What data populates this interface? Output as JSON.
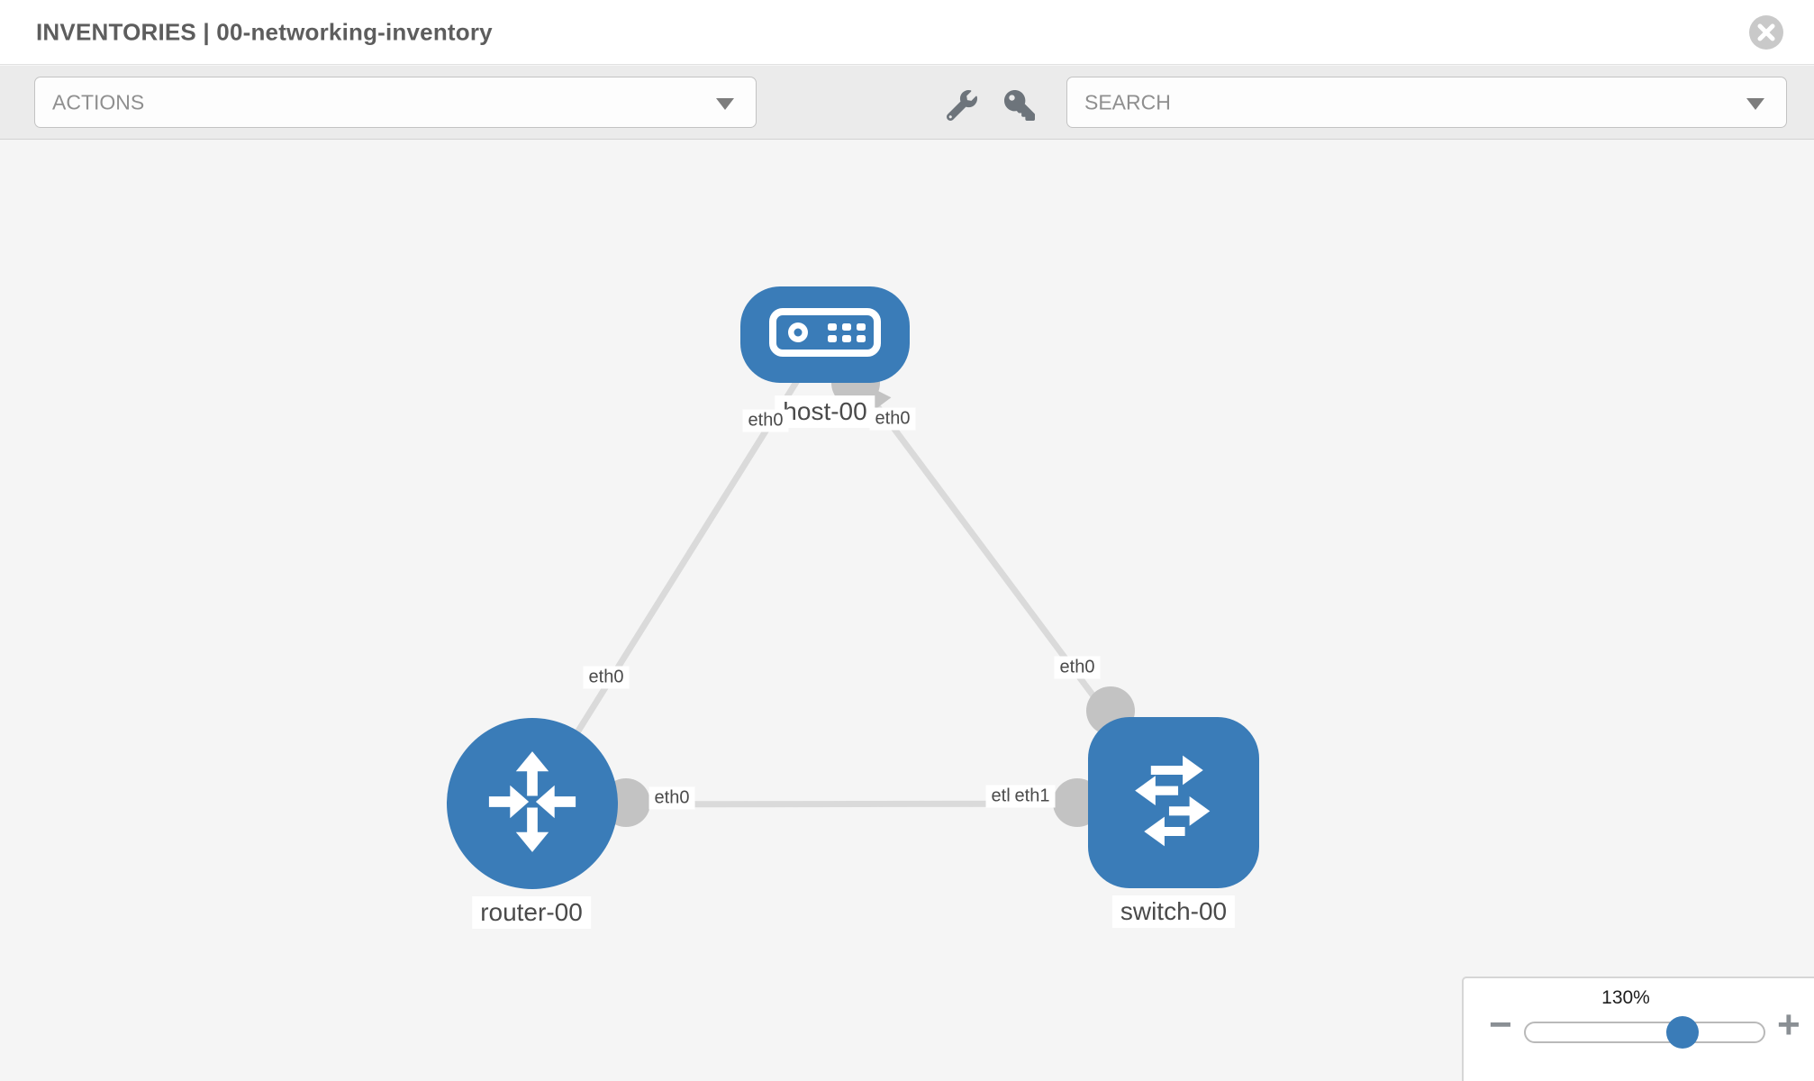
{
  "header": {
    "title": "INVENTORIES | 00-networking-inventory"
  },
  "toolbar": {
    "actions_dropdown": {
      "value": "ACTIONS"
    },
    "search_dropdown": {
      "value": "SEARCH"
    },
    "icons": [
      "wrench-icon",
      "key-icon"
    ]
  },
  "canvas": {
    "nodes": [
      {
        "id": "host-00",
        "label": "host-00",
        "type": "host",
        "icon": "server-icon",
        "shape": "rounded-rect"
      },
      {
        "id": "router-00",
        "label": "router-00",
        "type": "router",
        "icon": "router-arrows-icon",
        "shape": "circle"
      },
      {
        "id": "switch-00",
        "label": "switch-00",
        "type": "switch",
        "icon": "switch-arrows-icon",
        "shape": "rounded-square"
      }
    ],
    "links": [
      {
        "from": "router-00",
        "to": "host-00"
      },
      {
        "from": "host-00",
        "to": "switch-00"
      },
      {
        "from": "router-00",
        "to": "switch-00"
      }
    ],
    "interface_labels": [
      {
        "text": "eth0",
        "at": "host-bottom-left"
      },
      {
        "text": "eth0",
        "at": "host-bottom-right"
      },
      {
        "text": "eth0",
        "at": "router-host-link"
      },
      {
        "text": "eth0",
        "at": "router-right"
      },
      {
        "text": "eth0",
        "at": "switch-left-under"
      },
      {
        "text": "eth1",
        "at": "switch-left"
      },
      {
        "text": "eth0",
        "at": "switch-top"
      }
    ]
  },
  "zoom_control": {
    "level": "130%",
    "minus_label": "−",
    "plus_label": "+"
  },
  "colors": {
    "node_blue": "#3a7cb8",
    "link_gray": "#dadada",
    "bubble_gray": "#c3c3c3",
    "label_text": "#4a4a4a",
    "muted_icon": "#6d747b",
    "placeholder": "#8f8f8f"
  }
}
